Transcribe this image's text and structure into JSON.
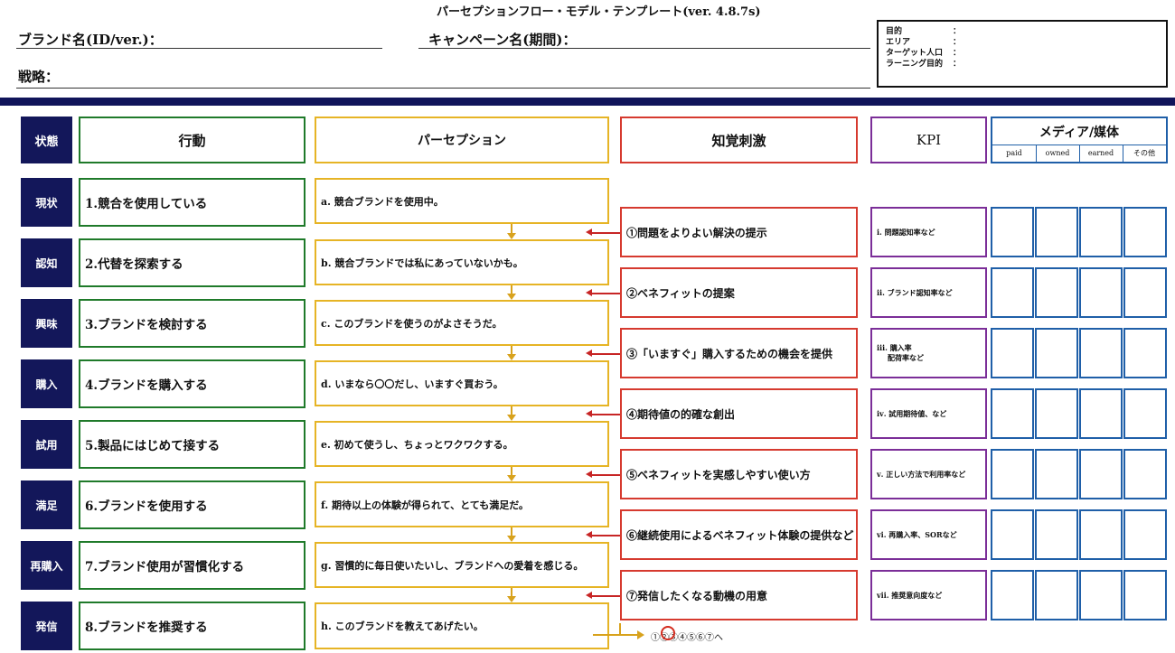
{
  "title": "パーセプションフロー・モデル・テンプレート(ver. 4.8.7s)",
  "header": {
    "brand_label": "ブランド名(ID/ver.)：",
    "campaign_label": "キャンペーン名(期間)：",
    "strategy_label": "戦略："
  },
  "info_box": [
    {
      "key": "目的",
      "sep": "："
    },
    {
      "key": "エリア",
      "sep": "："
    },
    {
      "key": "ターゲット人口",
      "sep": "："
    },
    {
      "key": "ラーニング目的",
      "sep": "："
    }
  ],
  "columns": {
    "state": "状態",
    "action": "行動",
    "perception": "パーセプション",
    "stimulus": "知覚刺激",
    "kpi": "KPI",
    "media": "メディア/媒体",
    "media_sub": [
      "paid",
      "owned",
      "earned",
      "その他"
    ]
  },
  "rows": [
    {
      "state": "現状",
      "action": "1.競合を使用している",
      "perception": "a. 競合ブランドを使用中。"
    },
    {
      "state": "認知",
      "action": "2.代替を探索する",
      "perception": "b. 競合ブランドでは私にあっていないかも。"
    },
    {
      "state": "興味",
      "action": "3.ブランドを検討する",
      "perception": "c. このブランドを使うのがよさそうだ。"
    },
    {
      "state": "購入",
      "action": "4.ブランドを購入する",
      "perception": "d. いまなら〇〇だし、いますぐ買おう。"
    },
    {
      "state": "試用",
      "action": "5.製品にはじめて接する",
      "perception": "e. 初めて使うし、ちょっとワクワクする。"
    },
    {
      "state": "満足",
      "action": "6.ブランドを使用する",
      "perception": "f. 期待以上の体験が得られて、とても満足だ。"
    },
    {
      "state": "再購入",
      "action": "7.ブランド使用が習慣化する",
      "perception": "g. 習慣的に毎日使いたいし、ブランドへの愛着を感じる。"
    },
    {
      "state": "発信",
      "action": "8.ブランドを推奨する",
      "perception": "h. このブランドを教えてあげたい。"
    }
  ],
  "stimuli": [
    {
      "text": "①問題をよりよい解決の提示",
      "kpi": [
        "ⅰ. 問題認知率など"
      ]
    },
    {
      "text": "②ベネフィットの提案",
      "kpi": [
        "ⅱ. ブランド認知率など"
      ]
    },
    {
      "text": "③「いますぐ」購入するための機会を提供",
      "kpi": [
        "ⅲ. 購入率",
        "配荷率など"
      ]
    },
    {
      "text": "④期待値の的確な創出",
      "kpi": [
        "ⅳ. 試用期待値、など"
      ]
    },
    {
      "text": "⑤ベネフィットを実感しやすい使い方",
      "kpi": [
        "ⅴ. 正しい方法で利用率など"
      ]
    },
    {
      "text": "⑥継続使用によるベネフィット体験の提供など",
      "kpi": [
        "ⅵ. 再購入率、SORなど"
      ]
    },
    {
      "text": "⑦発信したくなる動機の用意",
      "kpi": [
        "ⅶ. 推奨意向度など"
      ]
    }
  ],
  "footer_sequence": "①②③④⑤⑥⑦へ",
  "colors": {
    "navy": "#13175a",
    "green": "#1f7a2a",
    "gold": "#e6b425",
    "red": "#d63a2f",
    "purple": "#7b2e98",
    "blue": "#1f5fa8"
  }
}
